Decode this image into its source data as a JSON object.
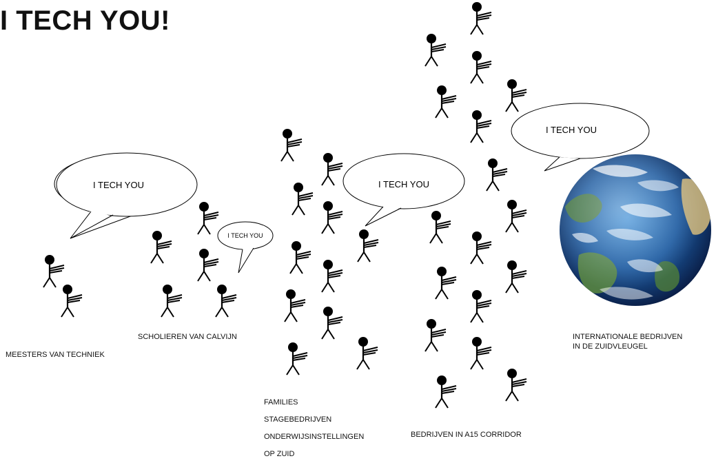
{
  "title": "I TECH YOU!",
  "bubble_text": "I TECH YOU",
  "groups": {
    "masters": "MEESTERS VAN TECHNIEK",
    "pupils": "SCHOLIEREN VAN CALVIJN",
    "families": [
      "FAMILIES",
      "STAGEBEDRIJVEN",
      "ONDERWIJSINSTELLINGEN",
      "OP ZUID"
    ],
    "corridor": "BEDRIJVEN IN A15 CORRIDOR",
    "international": [
      "INTERNATIONALE BEDRIJVEN",
      "IN DE ZUIDVLEUGEL"
    ]
  },
  "colors": {
    "figure": "#000000",
    "ocean": "#1d5fa6",
    "land": "#4a7a3a"
  },
  "icons": [
    "stick-figure-icon",
    "globe-icon",
    "speech-bubble-icon"
  ]
}
